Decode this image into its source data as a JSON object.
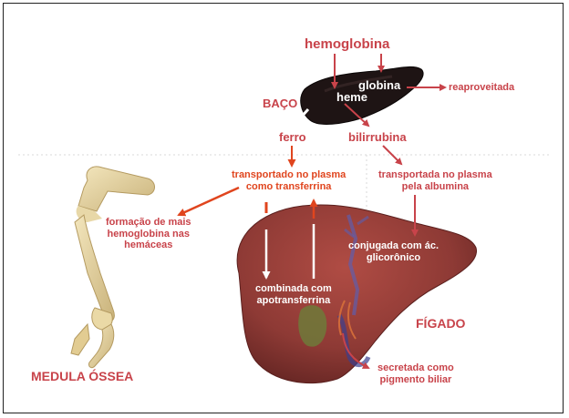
{
  "labels": {
    "hemoglobina": "hemoglobina",
    "globina": "globina",
    "heme": "heme",
    "baco": "BAÇO",
    "reaproveitada": "reaproveitada",
    "ferro": "ferro",
    "bilirrubina": "bilirrubina",
    "transportado_line1": "transportado no plasma",
    "transportado_line2": "como transferrina",
    "transportada_line1": "transportada no plasma",
    "transportada_line2": "pela albumina",
    "formacao_line1": "formação de mais",
    "formacao_line2": "hemoglobina nas",
    "formacao_line3": "hemáceas",
    "conjugada_line1": "conjugada com ác.",
    "conjugada_line2": "glicorônico",
    "combinada_line1": "combinada com",
    "combinada_line2": "apotransferrina",
    "figado": "FÍGADO",
    "medula": "MEDULA ÓSSEA",
    "secretada_line1": "secretada como",
    "secretada_line2": "pigmento biliar"
  },
  "colors": {
    "label_red": "#c8434a",
    "arrow_bright": "#e0451e",
    "liver": "#8e3a35",
    "spleen": "#1e1414",
    "bone": "#e6d39f"
  }
}
